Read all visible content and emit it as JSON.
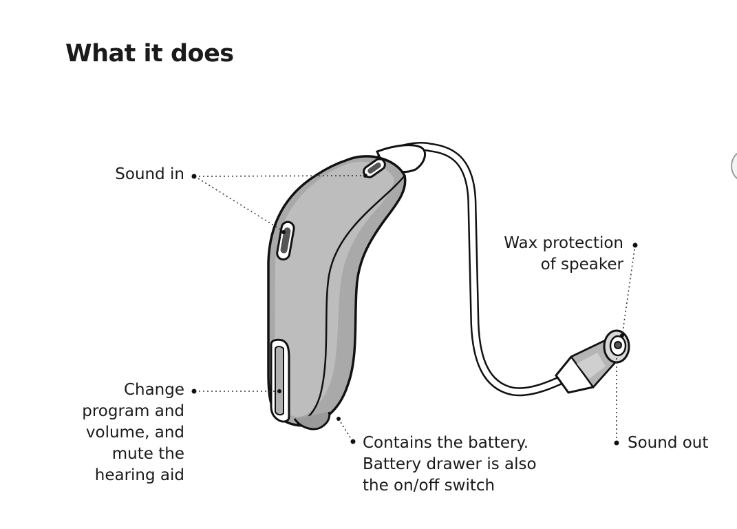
{
  "title": "What it does",
  "labels": {
    "sound_in": "Sound in",
    "wax_protection": [
      "Wax protection",
      "of speaker"
    ],
    "change_program": [
      "Change",
      "program and",
      "volume, and",
      "mute the",
      "hearing aid"
    ],
    "battery": [
      "Contains the battery.",
      "Battery drawer is also",
      "the on/off switch"
    ],
    "sound_out": "Sound out"
  },
  "colors": {
    "device_body": "#a8a8a8",
    "device_face": "#bdbdbd",
    "outline": "#111111",
    "leader": "#333333"
  }
}
